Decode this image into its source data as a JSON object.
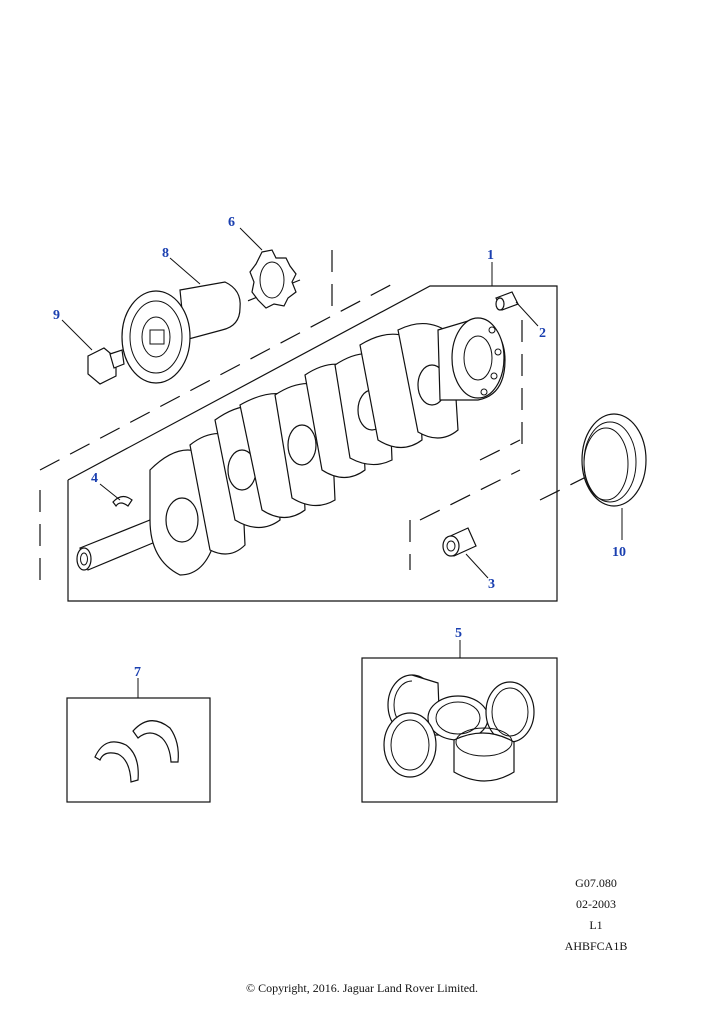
{
  "callouts": {
    "c1": "1",
    "c2": "2",
    "c3": "3",
    "c4": "4",
    "c5": "5",
    "c6": "6",
    "c7": "7",
    "c8": "8",
    "c9": "9",
    "c10": "10"
  },
  "meta": {
    "ref_code": "G07.080",
    "date": "02-2003",
    "level": "L1",
    "drawing_id": "AHBFCA1B"
  },
  "copyright": "© Copyright, 2016. Jaguar Land Rover Limited.",
  "colors": {
    "callout": "#1a3fb0",
    "line": "#111111"
  }
}
